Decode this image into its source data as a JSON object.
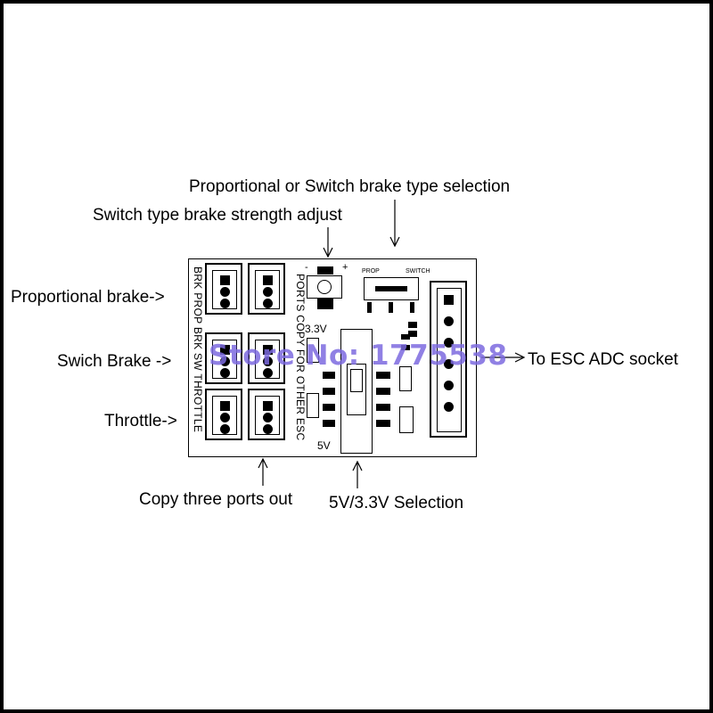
{
  "callouts": {
    "brake_type_selection": "Proportional or Switch brake type selection",
    "brake_strength_adjust": "Switch type brake strength adjust",
    "proportional_brake": "Proportional brake->",
    "switch_brake": "Swich Brake ->",
    "throttle": "Throttle->",
    "copy_ports": "Copy three ports out",
    "voltage_selection": "5V/3.3V Selection",
    "esc_adc": "To ESC ADC socket"
  },
  "board": {
    "silk_left": "BRK PROP   BRK SW   THROTTLE",
    "silk_right": "PORTS COPY FOR OTHER ESC",
    "switch_prop": "PROP",
    "switch_switch": "SWITCH",
    "pot_minus": "-",
    "pot_plus": "+",
    "v33": "3.3V",
    "v5": "5V"
  },
  "watermark": "Store No: 1775538"
}
